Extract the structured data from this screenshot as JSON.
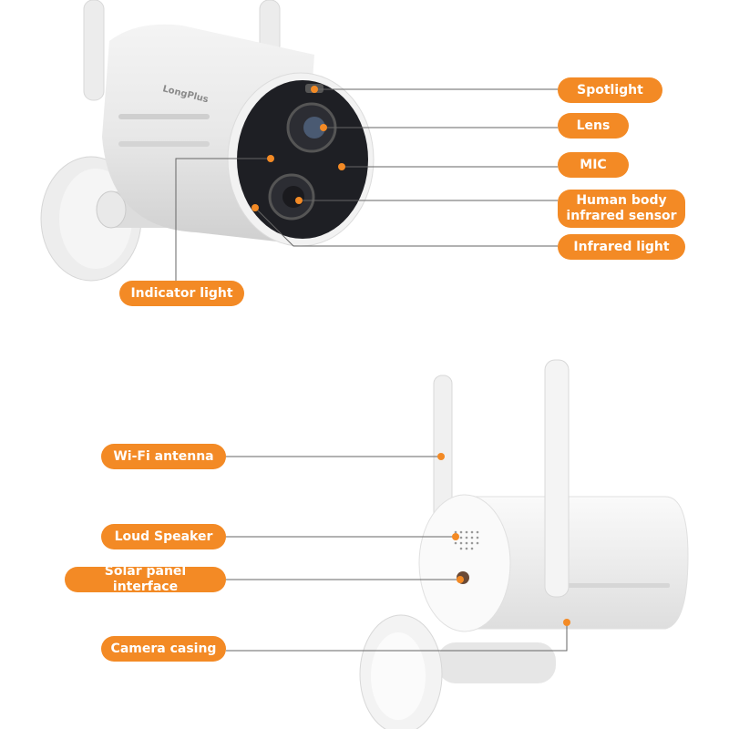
{
  "brand_logo": "LongPlus",
  "accent_color": "#f38a25",
  "front_view_labels": {
    "spotlight": "Spotlight",
    "lens": "Lens",
    "mic": "MIC",
    "human_body_line1": "Human body",
    "human_body_line2": "infrared sensor",
    "infrared_light": "Infrared light",
    "indicator_light": "Indicator light"
  },
  "rear_view_labels": {
    "wifi_antenna": "Wi-Fi antenna",
    "loud_speaker": "Loud Speaker",
    "solar_panel_interface": "Solar panel interface",
    "camera_casing": "Camera casing"
  }
}
